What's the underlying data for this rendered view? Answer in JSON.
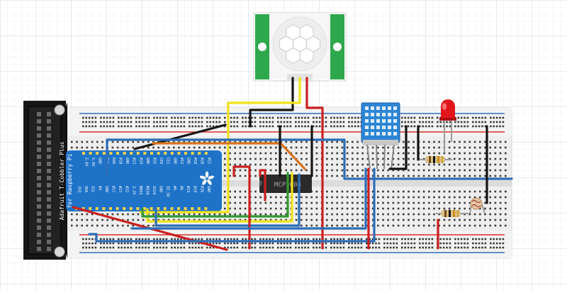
{
  "cobbler": {
    "title_line1": "Adafruit T-Cobbler Plus",
    "title_line2": "for Raspberry Pi",
    "top_pins": [
      "5.0V",
      "5.0V",
      "GND",
      "TXD",
      "RXD",
      "#18",
      "GND",
      "#23",
      "#24",
      "GND",
      "#25",
      "CE0",
      "CE1",
      "GND",
      "#12",
      "GND",
      "#16",
      "#20",
      "#21"
    ],
    "bottom_pins": [
      "3V3",
      "SDA",
      "SCL",
      "#4",
      "GND",
      "#17",
      "#27",
      "#22",
      "3.3V",
      "MOSI",
      "MISO",
      "SCLK",
      "GND",
      "ID_SD",
      "#5",
      "#6",
      "#13",
      "#19",
      "#26",
      "GND"
    ]
  },
  "chip": {
    "label": "MCP3008"
  },
  "components": [
    "pir-sensor",
    "dht-sensor",
    "led",
    "resistor",
    "photocell",
    "mcp3008",
    "t-cobbler"
  ],
  "colors": {
    "breadboard": "#eeeeee",
    "rail_red": "#d9302b",
    "rail_blue": "#2f6fc1",
    "wire_red": "#cc1f1f",
    "wire_black": "#141414",
    "wire_blue": "#2d6db8",
    "wire_yellow": "#f0e21a",
    "wire_green": "#2f9a2f",
    "wire_orange": "#d9731e",
    "cobbler_board": "#1e73c8",
    "pir_green": "#2ea84d",
    "dht_body": "#2c86d6",
    "led_red": "#e0161b"
  }
}
